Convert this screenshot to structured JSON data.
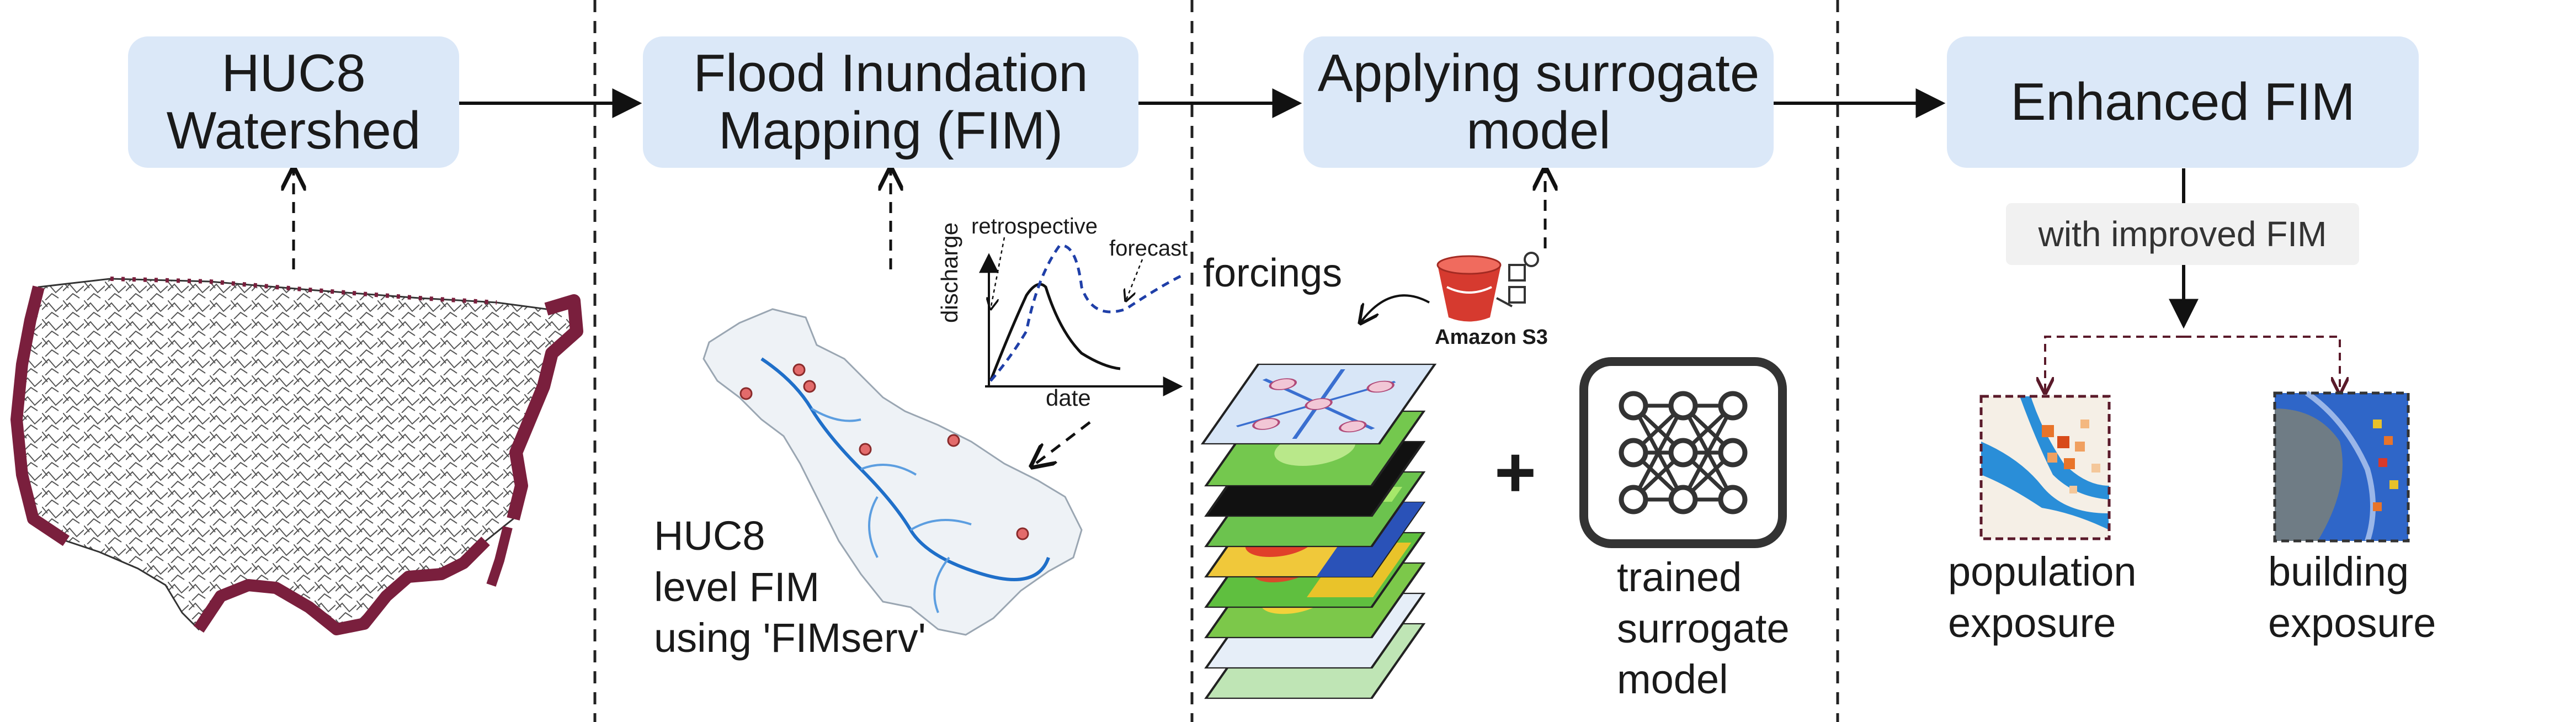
{
  "stages": {
    "huc8": {
      "line1": "HUC8",
      "line2": "Watershed"
    },
    "fim": {
      "line1": "Flood Inundation",
      "line2": "Mapping (FIM)"
    },
    "surrogate": {
      "line1": "Applying surrogate",
      "line2": "model"
    },
    "enhanced": {
      "line1": "Enhanced FIM"
    }
  },
  "hydrograph": {
    "ylabel": "discharge",
    "xlabel": "date",
    "retrospective": "retrospective",
    "forecast": "forecast"
  },
  "fim_caption": {
    "line1": "HUC8",
    "line2": "level FIM",
    "line3": "using 'FIMserv'"
  },
  "forcings": "forcings",
  "s3_label": "Amazon S3",
  "plus": "+",
  "model_caption": {
    "line1": "trained",
    "line2": "surrogate",
    "line3": "model"
  },
  "improved_note": "with improved FIM",
  "outputs": {
    "population": {
      "line1": "population",
      "line2": "exposure"
    },
    "building": {
      "line1": "building",
      "line2": "exposure"
    }
  },
  "colors": {
    "box_fill": "#dbe8f8",
    "watershed_outline": "#7a1f3d",
    "river_blue": "#1f6fc9",
    "s3_red": "#d63a2f"
  }
}
